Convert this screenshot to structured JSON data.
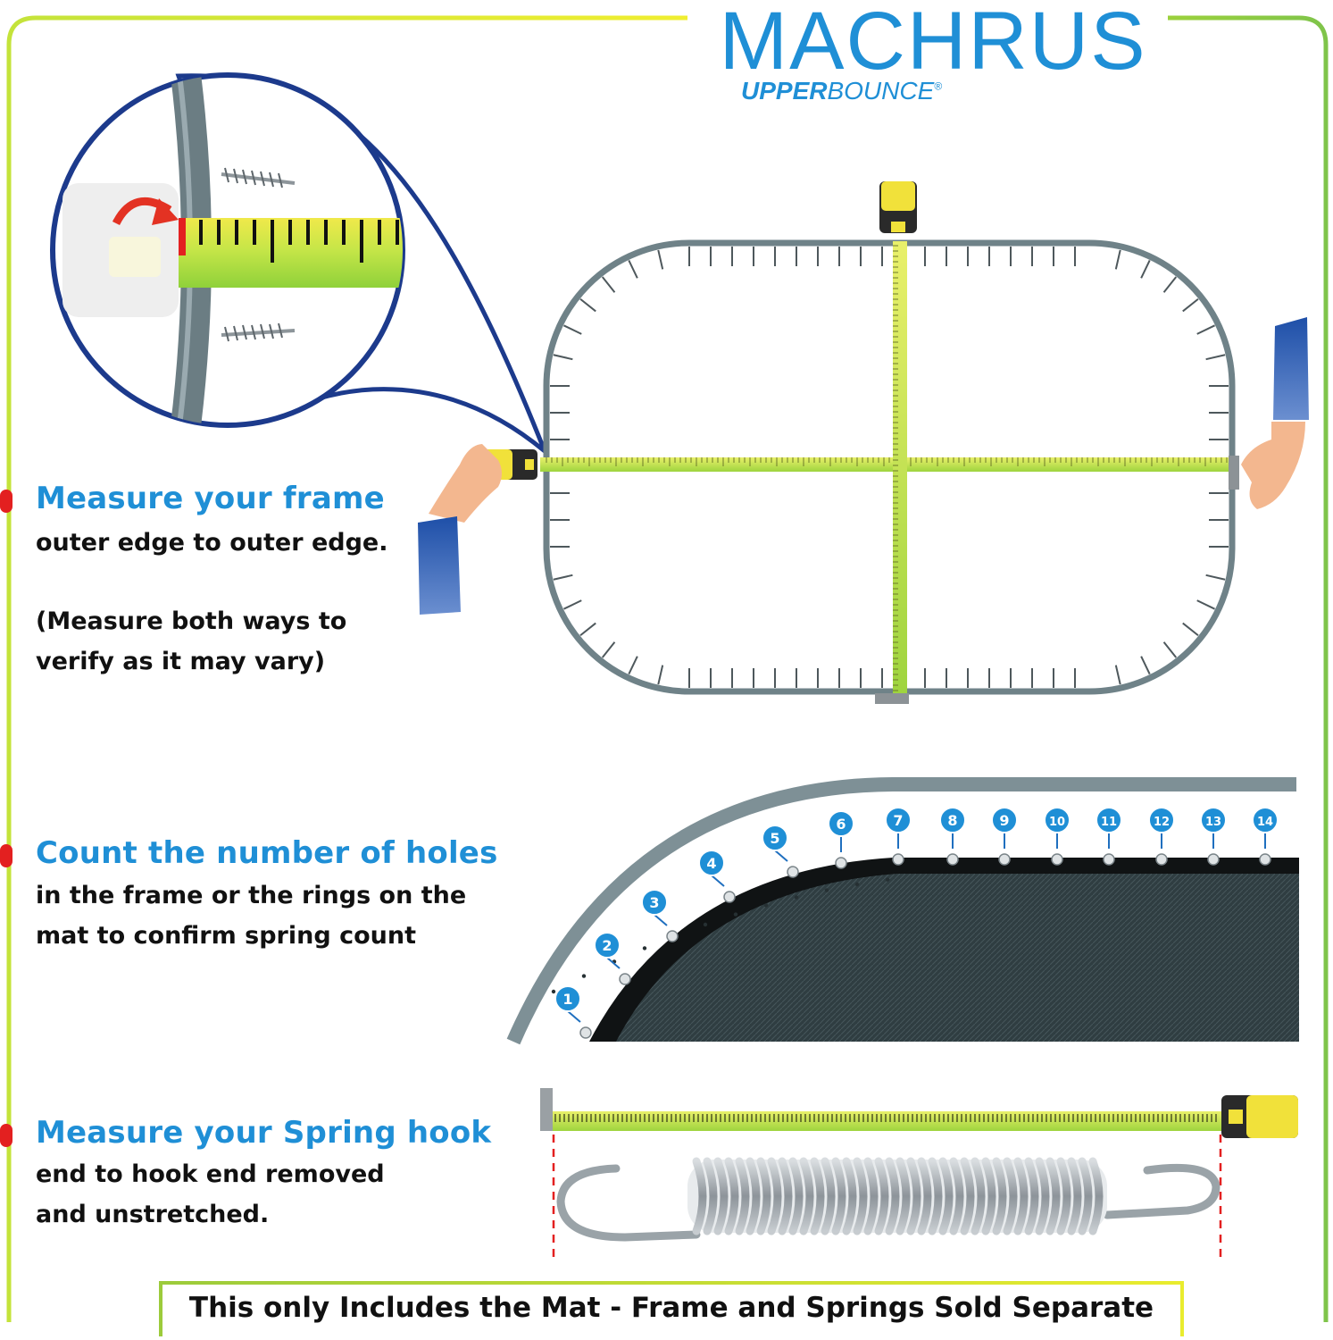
{
  "brand": {
    "name": "MACHRUS",
    "sub_bold": "UPPER",
    "sub_light": "BOUNCE",
    "reg": "®"
  },
  "section1": {
    "heading": "Measure your frame",
    "line1": "outer edge to outer edge.",
    "line2": "(Measure both ways to",
    "line3": "verify as it may vary)"
  },
  "section2": {
    "heading": "Count the number of holes",
    "line1": "in the frame or the rings on the",
    "line2": "mat to confirm spring count",
    "hole_numbers": [
      "1",
      "2",
      "3",
      "4",
      "5",
      "6",
      "7",
      "8",
      "9",
      "10",
      "11",
      "12",
      "13",
      "14"
    ]
  },
  "section3": {
    "heading": "Measure your Spring hook",
    "line1": "end to hook end removed",
    "line2": "and unstretched."
  },
  "footer": {
    "banner": "This only Includes the Mat - Frame and Springs Sold Separate"
  },
  "colors": {
    "accent_blue": "#1f8fd6",
    "frame_gray": "#6f8288",
    "tape_green": "#b6e04a",
    "tape_yellow": "#f2e84a",
    "marker_red": "#e32020",
    "mat_dark": "#2d3b3f"
  }
}
